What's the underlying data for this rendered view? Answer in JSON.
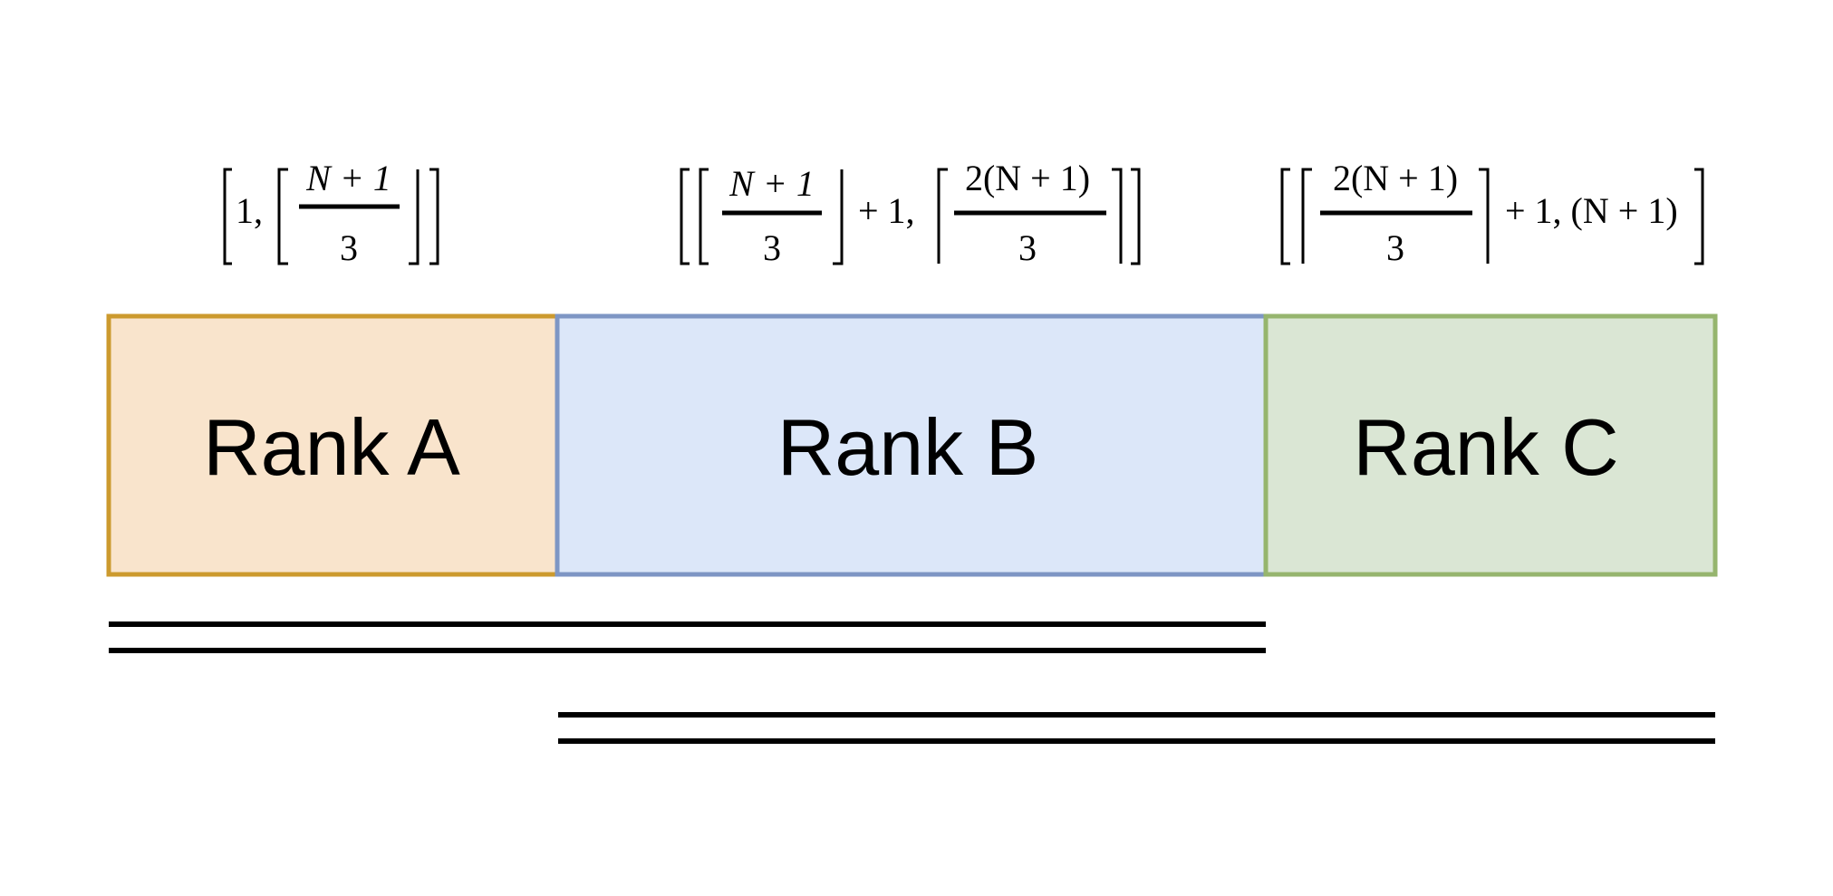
{
  "ranks": [
    {
      "label": "Rank A",
      "fill": "#f9e4cc",
      "stroke": "#cc9a2e"
    },
    {
      "label": "Rank B",
      "fill": "#dce7f9",
      "stroke": "#7e96c4"
    },
    {
      "label": "Rank C",
      "fill": "#dae6d4",
      "stroke": "#96b56e"
    }
  ],
  "intervals": {
    "a": {
      "start": "1,",
      "frac_num": "N + 1",
      "frac_den": "3"
    },
    "b": {
      "frac1_num": "N + 1",
      "frac1_den": "3",
      "middle": "+ 1,",
      "frac2_num": "2(N + 1)",
      "frac2_den": "3"
    },
    "c": {
      "frac_num": "2(N + 1)",
      "frac_den": "3",
      "tail": "+ 1, (N + 1)"
    }
  }
}
